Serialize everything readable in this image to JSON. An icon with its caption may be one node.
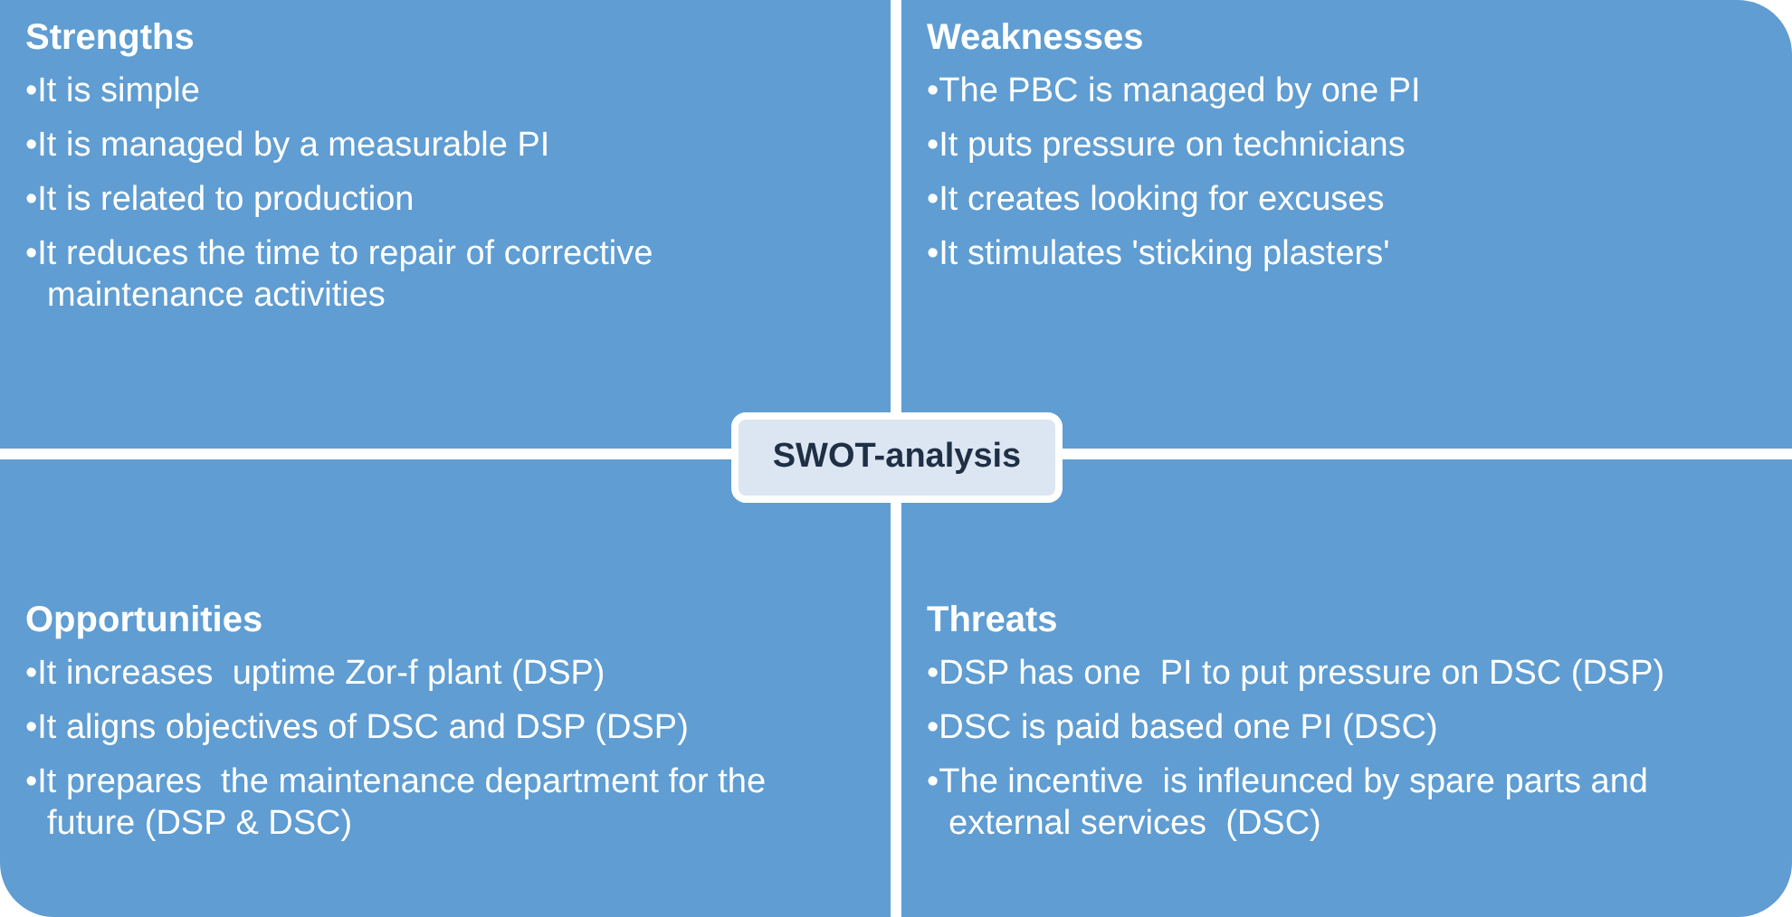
{
  "diagram": {
    "nodes": [
      {
        "text": [
          "Strengths",
          "•It is simple",
          "•It is managed by a measurable PI",
          "•It is related to production",
          "•It reduces the time to repair of corrective maintenance activities"
        ]
      },
      {
        "text": [
          "Weaknesses",
          "•The PBC is managed by one PI",
          "•It puts pressure on technicians",
          "•It creates looking for excuses",
          "•It stimulates 'sticking plasters'"
        ]
      },
      {
        "text": [
          "Opportunities",
          "•It increases  uptime Zor-f plant (DSP)",
          "•It aligns objectives of DSC and DSP (DSP)",
          "•It prepares  the maintenance department for the future (DSP & DSC)"
        ]
      },
      {
        "text": [
          "Threats",
          "•DSP has one  PI to put pressure on DSC (DSP)",
          "•DSC is paid based one PI (DSC)",
          "•The incentive  is infleunced by spare parts and external services  (DSC)"
        ]
      },
      {
        "text": [
          "SWOT-analysis"
        ]
      }
    ]
  }
}
